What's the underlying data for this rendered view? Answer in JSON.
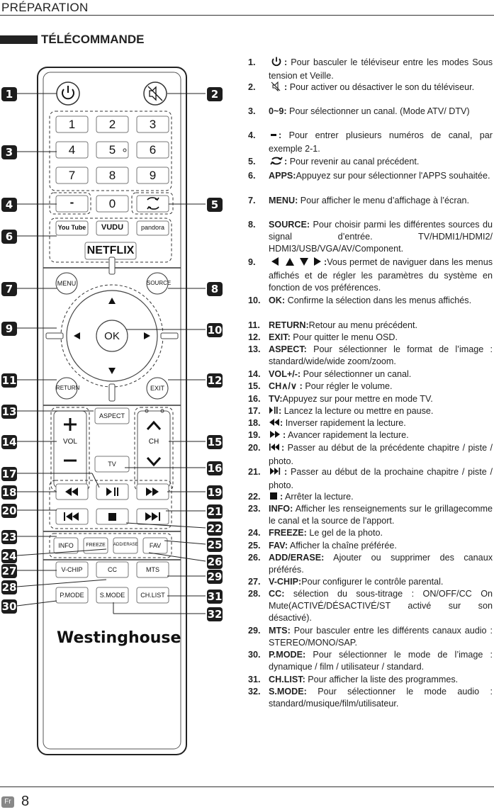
{
  "header": {
    "title": "PRÉPARATION"
  },
  "section": {
    "title": "TÉLÉCOMMANDE"
  },
  "remote": {
    "digits": [
      "1",
      "2",
      "3",
      "4",
      "5",
      "6",
      "7",
      "8",
      "9",
      "0"
    ],
    "dash": "-",
    "apps": [
      "You Tube",
      "VUDU",
      "pandora"
    ],
    "netflix": "NETFLIX",
    "menu": "MENU",
    "source": "SOURCE",
    "ok": "OK",
    "return": "RETURN",
    "exit": "EXIT",
    "aspect": "ASPECT",
    "vol": "VOL",
    "ch": "CH",
    "tv": "TV",
    "info": "INFO",
    "freeze": "FREEZE",
    "add_erase": "ADD/ERASE",
    "fav": "FAV",
    "vchip": "V-CHIP",
    "cc": "CC",
    "mts": "MTS",
    "pmode": "P.MODE",
    "smode": "S.MODE",
    "chlist": "CH.LIST",
    "brand": "Westinghouse",
    "badges": [
      "1",
      "2",
      "3",
      "4",
      "5",
      "6",
      "7",
      "8",
      "9",
      "10",
      "11",
      "12",
      "13",
      "14",
      "15",
      "16",
      "17",
      "18",
      "19",
      "20",
      "21",
      "22",
      "23",
      "24",
      "25",
      "26",
      "27",
      "28",
      "29",
      "30",
      "31",
      "32"
    ]
  },
  "items": [
    {
      "n": "1.",
      "icon": "power-icon",
      "b": ":",
      "t": " Pour basculer le téléviseur entre les modes Sous tension et Veille."
    },
    {
      "n": "2.",
      "icon": "mute-icon",
      "b": ":",
      "t": " Pour activer ou désactiver le son du téléviseur."
    },
    {
      "n": "3.",
      "b": "0~9:",
      "t": " Pour sélectionner un canal. (Mode ATV/ DTV)"
    },
    {
      "n": "4.",
      "icon": "dash-icon",
      "b": ":",
      "t": " Pour entrer plusieurs numéros de canal, par exemple 2-1."
    },
    {
      "n": "5.",
      "icon": "recall-icon",
      "b": ":",
      "t": " Pour revenir au canal précédent."
    },
    {
      "n": "6.",
      "b": "APPS:",
      "t": "Appuyez sur pour sélectionner l'APPS souhaitée."
    },
    {
      "n": "7.",
      "b": "MENU:",
      "t": " Pour afficher le menu d’affichage à l’écran."
    },
    {
      "n": "8.",
      "b": "SOURCE:",
      "t": " Pour choisir parmi les différentes sources du signal d’entrée. TV/HDMI1/HDMI2/ HDMI3/USB/VGA/AV/Component."
    },
    {
      "n": "9.",
      "icon": "arrows-icon",
      "b": ":",
      "t": "Vous permet de naviguer dans les menus affichés et de régler les paramètres du système en fonction de vos préférences."
    },
    {
      "n": "10.",
      "b": "OK:",
      "t": " Confirme la sélection dans les menus affichés."
    },
    {
      "n": "11.",
      "b": "RETURN:",
      "t": "Retour au menu précédent."
    },
    {
      "n": "12.",
      "b": "EXIT:",
      "t": " Pour quitter le menu OSD."
    },
    {
      "n": "13.",
      "b": "ASPECT:",
      "t": " Pour sélectionner le format de l’image : standard/wide/wide zoom/zoom."
    },
    {
      "n": "14.",
      "b": "VOL+/-:",
      "t": " Pour sélectionner un canal."
    },
    {
      "n": "15.",
      "b": "CH∧/∨ :",
      "t": " Pour régler le volume."
    },
    {
      "n": "16.",
      "b": "TV:",
      "t": "Appuyez sur pour mettre en mode TV."
    },
    {
      "n": "17.",
      "icon": "play-pause-icon",
      "b": ":",
      "t": " Lancez la lecture ou mettre en pause."
    },
    {
      "n": "18.",
      "icon": "rewind-icon",
      "b": ":",
      "t": " Inverser rapidement la lecture."
    },
    {
      "n": "19.",
      "icon": "fast-forward-icon",
      "b": ":",
      "t": " Avancer rapidement la lecture."
    },
    {
      "n": "20.",
      "icon": "prev-icon",
      "b": ":",
      "t": " Passer au début de la précédente chapitre / piste / photo."
    },
    {
      "n": "21.",
      "icon": "next-icon",
      "b": ":",
      "t": " Passer au début de la prochaine chapitre / piste / photo."
    },
    {
      "n": "22.",
      "icon": "stop-icon",
      "b": ":",
      "t": " Arrêter la lecture."
    },
    {
      "n": "23.",
      "b": "INFO:",
      "t": " Afficher les renseignements sur le grillagecomme le canal et la source de l'apport."
    },
    {
      "n": "24.",
      "b": "FREEZE:",
      "t": " Le gel de la photo."
    },
    {
      "n": "25.",
      "b": "FAV:",
      "t": " Afficher la chaîne préférée."
    },
    {
      "n": "26.",
      "b": "ADD/ERASE:",
      "t": " Ajouter ou supprimer des canaux préférés."
    },
    {
      "n": "27.",
      "b": "V-CHIP:",
      "t": "Pour configurer le contrôle parental."
    },
    {
      "n": "28.",
      "b": "CC:",
      "t": " sélection du sous-titrage : ON/OFF/CC On Mute(ACTIVÉ/DÉSACTIVÉ/ST activé sur son désactivé)."
    },
    {
      "n": "29.",
      "b": "MTS:",
      "t": " Pour basculer entre les différents canaux audio : STEREO/MONO/SAP."
    },
    {
      "n": "30.",
      "b": "P.MODE:",
      "t": " Pour sélectionner le mode de l’image : dynamique / film / utilisateur / standard."
    },
    {
      "n": "31.",
      "b": "CH.LIST:",
      "t": " Pour afficher la liste des programmes."
    },
    {
      "n": "32.",
      "b": "S.MODE:",
      "t": " Pour sélectionner le mode audio : standard/musique/film/utilisateur."
    }
  ],
  "footer": {
    "lang": "Fr",
    "page": "8"
  }
}
